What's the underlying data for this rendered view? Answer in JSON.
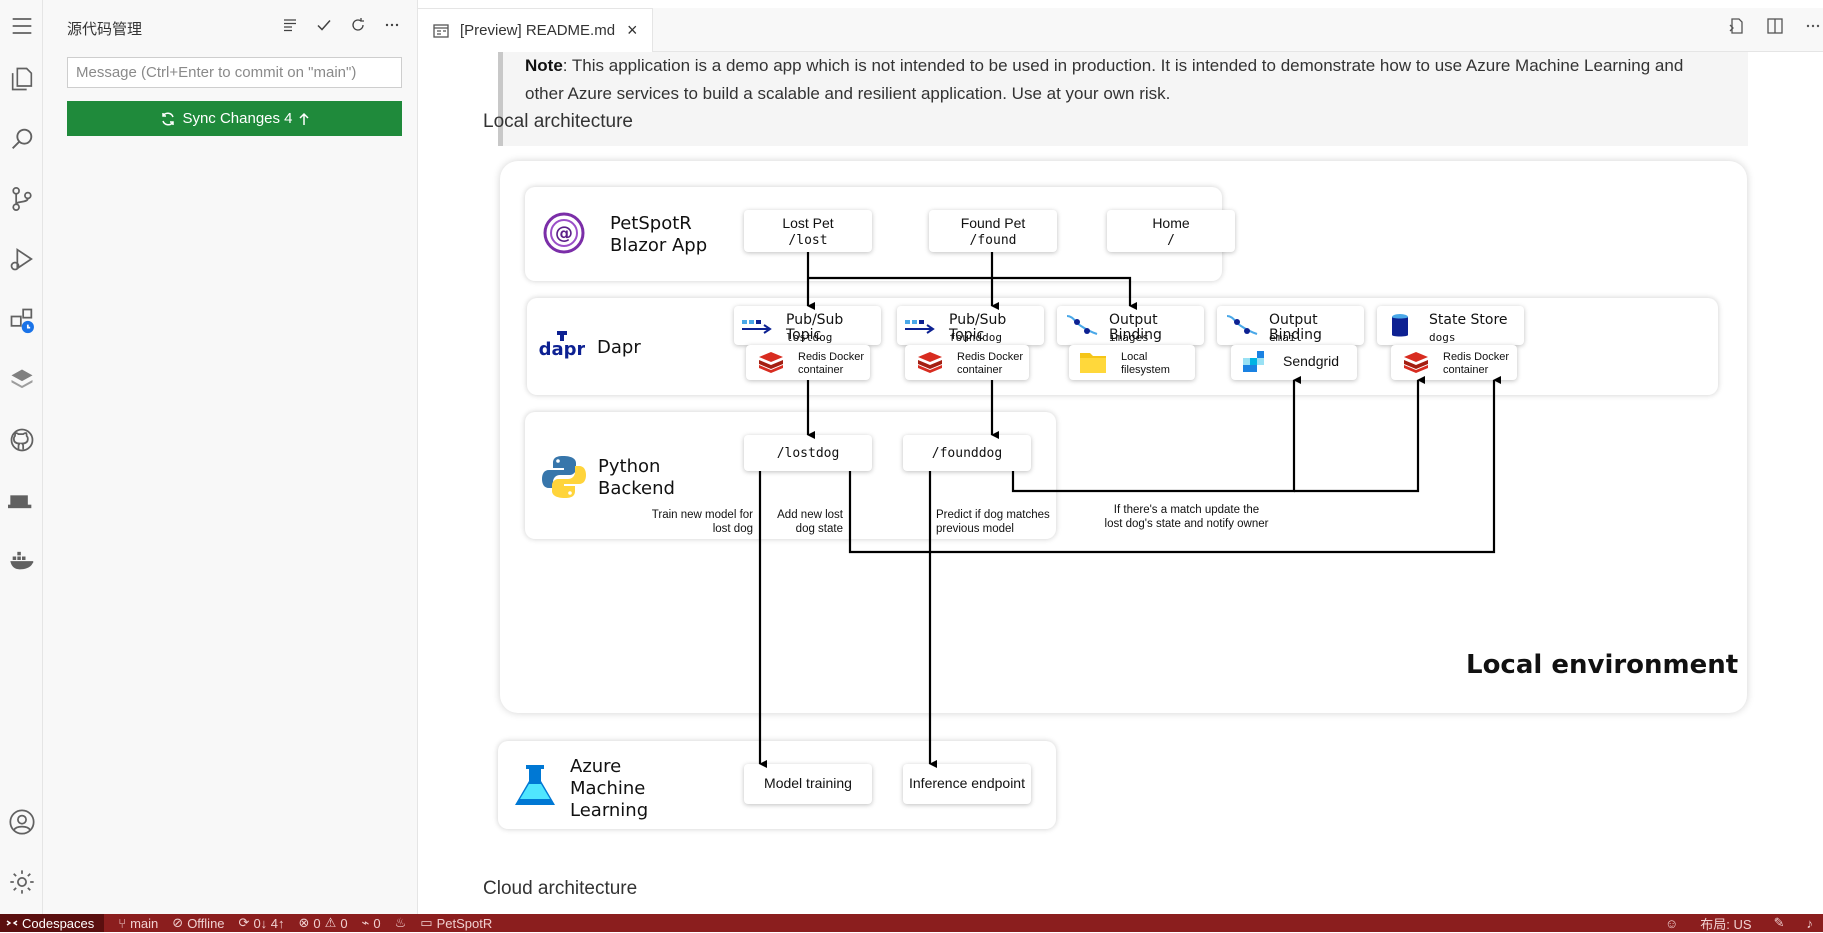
{
  "sidebar": {
    "title": "源代码管理",
    "message_placeholder": "Message (Ctrl+Enter to commit on \"main\")",
    "sync_label": "Sync Changes 4"
  },
  "tabs": [
    {
      "label": "[Preview] README.md"
    }
  ],
  "preview": {
    "note_bold": "Note",
    "note_line1": ": This application is a demo app which is not intended to be used in production. It is intended to demonstrate how to use Azure Machine Learning and",
    "note_line2": "other Azure services to build a scalable and resilient application. Use at your own risk.",
    "heading_local": "Local architecture",
    "heading_cloud": "Cloud architecture"
  },
  "diagram": {
    "environment_label": "Local environment",
    "blazor": {
      "title_line1": "PetSpotR",
      "title_line2": "Blazor App",
      "cards": [
        {
          "title": "Lost Pet",
          "route": "/lost"
        },
        {
          "title": "Found Pet",
          "route": "/found"
        },
        {
          "title": "Home",
          "route": "/"
        }
      ]
    },
    "dapr": {
      "title": "Dapr",
      "logo_text": "dapr",
      "components": [
        {
          "title": "Pub/Sub Topic",
          "sub": "lostdog",
          "backing": "Redis Docker container"
        },
        {
          "title": "Pub/Sub Topic",
          "sub": "founddog",
          "backing": "Redis Docker container"
        },
        {
          "title": "Output Binding",
          "sub": "images",
          "backing": "Local filesystem"
        },
        {
          "title": "Output Binding",
          "sub": "email",
          "backing": "Sendgrid"
        },
        {
          "title": "State Store",
          "sub": "dogs",
          "backing": "Redis Docker container"
        }
      ]
    },
    "python": {
      "title_line1": "Python",
      "title_line2": "Backend",
      "routes": [
        "/lostdog",
        "/founddog"
      ]
    },
    "annotations": {
      "train": "Train new model for lost dog",
      "add_state": "Add new lost dog state",
      "predict": "Predict if dog matches previous model",
      "match": "If there's a match update the lost dog's state and notify owner"
    },
    "azure": {
      "title_line1": "Azure",
      "title_line2": "Machine",
      "title_line3": "Learning",
      "cards": [
        "Model training",
        "Inference endpoint"
      ]
    }
  },
  "statusbar": {
    "remote": "Codespaces",
    "branch": "main",
    "network": "Offline",
    "sync": "0↓ 4↑",
    "errors": "0",
    "warnings": "0",
    "ports": "0",
    "project": "PetSpotR",
    "layout": "布局: US"
  },
  "colors": {
    "sync_button": "#1f8a3b",
    "status_bar": "#8b1e1e",
    "remote_indicator": "#5a0f0f"
  }
}
